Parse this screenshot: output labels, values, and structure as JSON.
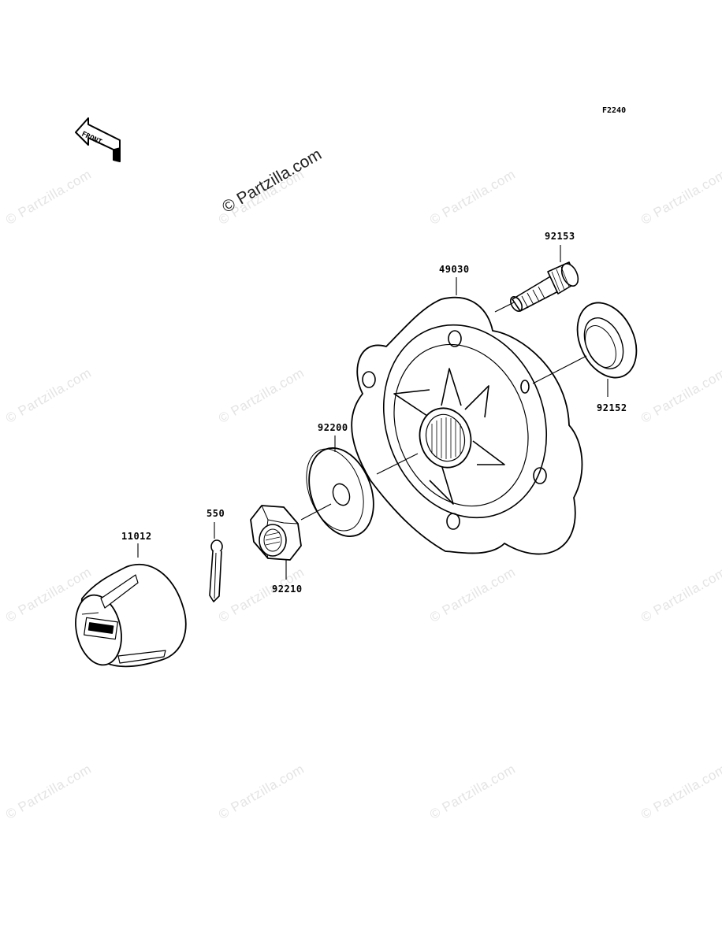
{
  "diagram": {
    "figure_code": "F2240",
    "front_label": "FRONT",
    "watermark_main": "© Partzilla.com",
    "watermark_repeat": "© Partzilla.com",
    "parts": [
      {
        "number": "92153",
        "name_icon": "hub-bolt-icon"
      },
      {
        "number": "49030",
        "name_icon": "hub-icon"
      },
      {
        "number": "92152",
        "name_icon": "oil-seal-icon"
      },
      {
        "number": "92200",
        "name_icon": "washer-icon"
      },
      {
        "number": "550",
        "name_icon": "cotter-pin-icon"
      },
      {
        "number": "11012",
        "name_icon": "hub-cap-icon"
      },
      {
        "number": "92210",
        "name_icon": "nut-icon"
      }
    ]
  }
}
